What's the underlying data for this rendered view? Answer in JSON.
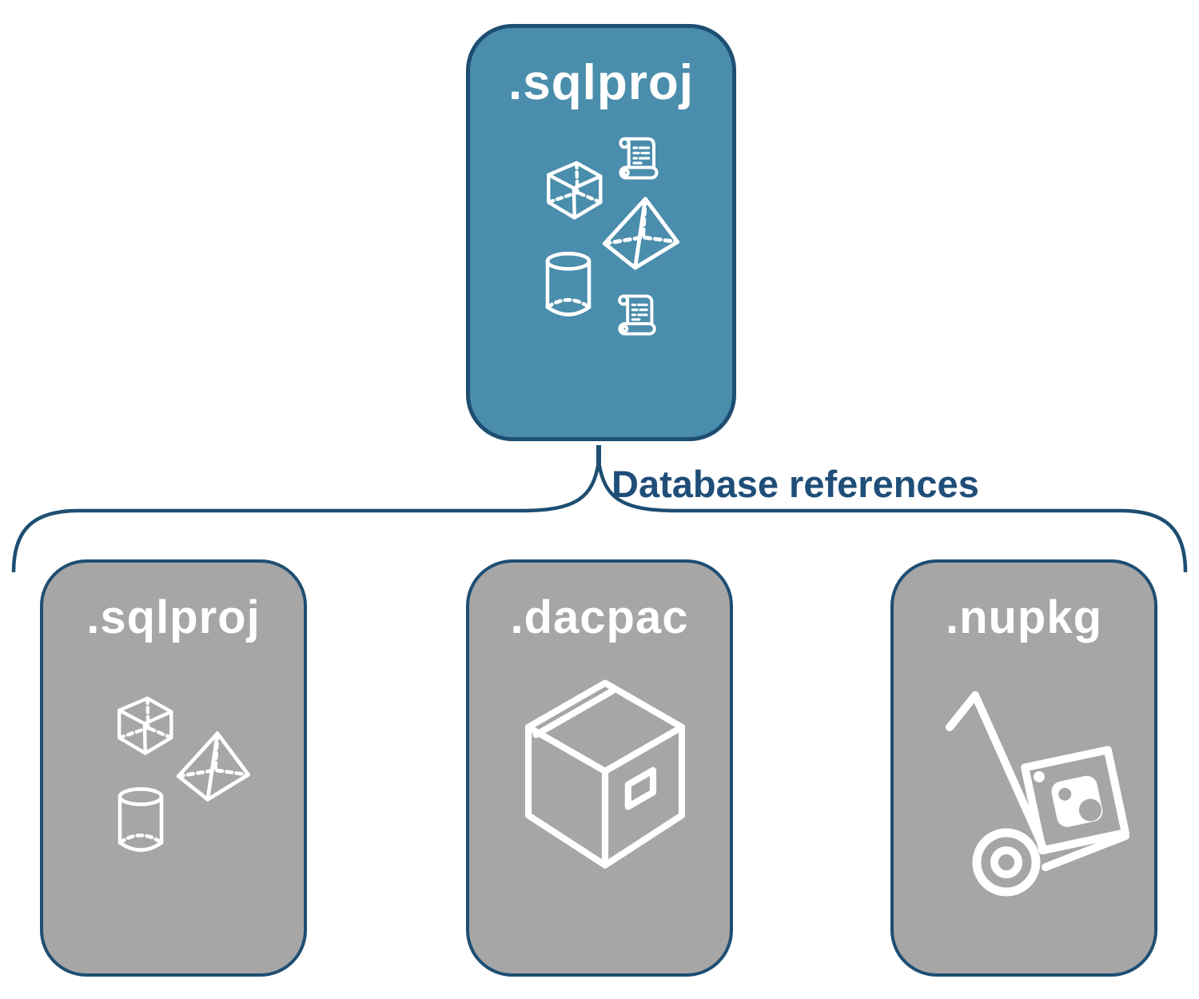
{
  "diagram": {
    "parent": {
      "label": ".sqlproj",
      "icons": [
        "cube-icon",
        "scroll-icon",
        "pyramid-icon",
        "cylinder-icon",
        "scroll-icon"
      ]
    },
    "connector": {
      "label": "Database references"
    },
    "children": [
      {
        "label": ".sqlproj",
        "icons": [
          "cube-icon",
          "pyramid-icon",
          "cylinder-icon"
        ]
      },
      {
        "label": ".dacpac",
        "icons": [
          "package-box-icon"
        ]
      },
      {
        "label": ".nupkg",
        "icons": [
          "hand-truck-icon",
          "nuget-package-icon"
        ]
      }
    ],
    "colors": {
      "parent_fill": "#4a8dac",
      "child_fill": "#a6a6a6",
      "outline": "#1e4e72",
      "connector_text": "#1f4e79",
      "node_text": "#ffffff",
      "background": "#ffffff"
    }
  }
}
